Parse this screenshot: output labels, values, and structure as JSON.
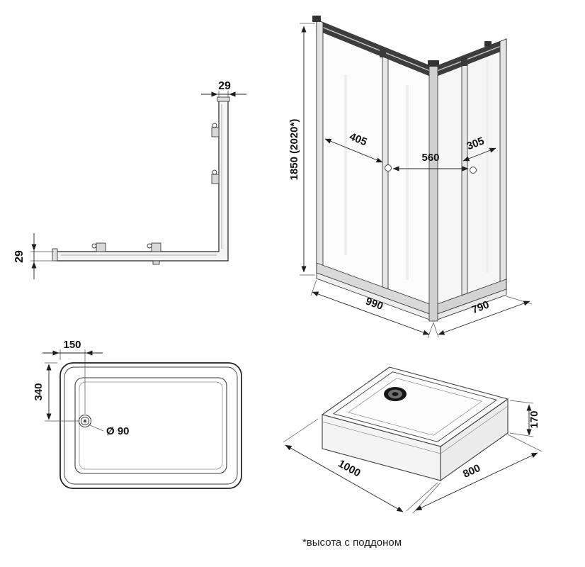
{
  "drawing": {
    "footnote": "*высота с поддоном"
  },
  "labels": {
    "profile_width_top": "29",
    "profile_width_left": "29",
    "enclosure_height": "1850 (2020*)",
    "left_panel_width": "405",
    "entry_width": "560",
    "right_panel_width": "305",
    "base_left": "990",
    "base_right": "790",
    "drain_offset_x": "150",
    "drain_offset_y": "340",
    "drain_diameter": "Ø 90",
    "tray_length": "1000",
    "tray_width": "800",
    "tray_height": "170"
  },
  "colors": {
    "line": "#222222",
    "frame_dark": "#3d3d3d",
    "glass": "#f8f8f8"
  }
}
